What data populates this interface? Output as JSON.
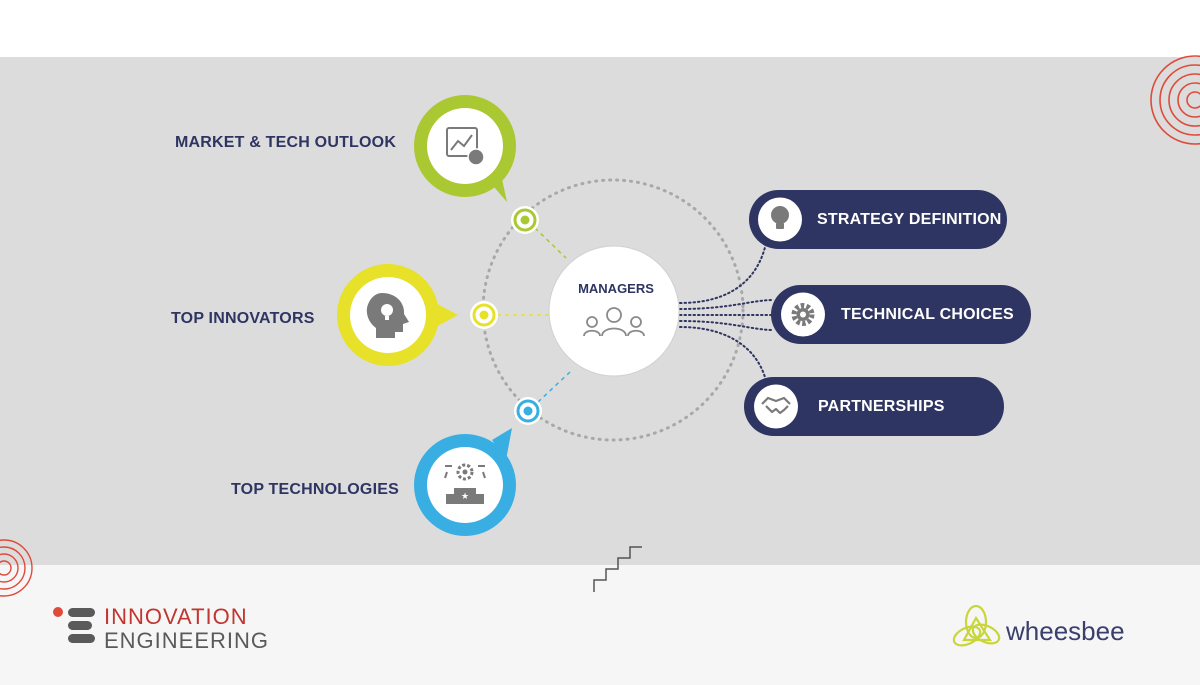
{
  "hub": {
    "label": "MANAGERS",
    "icon": "people-group-icon"
  },
  "inputs": [
    {
      "label": "MARKET & TECH OUTLOOK",
      "color": "#a9c832",
      "icon": "chart-report-icon"
    },
    {
      "label": "TOP INNOVATORS",
      "color": "#e7e12a",
      "icon": "idea-head-icon"
    },
    {
      "label": "TOP TECHNOLOGIES",
      "color": "#39aee3",
      "icon": "tech-podium-icon"
    }
  ],
  "outputs": [
    {
      "label": "STRATEGY DEFINITION",
      "icon": "lightbulb-icon"
    },
    {
      "label": "TECHNICAL CHOICES",
      "icon": "gear-icon"
    },
    {
      "label": "PARTNERSHIPS",
      "icon": "handshake-icon"
    }
  ],
  "brands": {
    "innovation_line1": "INNOVATION",
    "innovation_line2": "ENGINEERING",
    "wheesbee": "wheesbee"
  },
  "colors": {
    "navy": "#2f3562",
    "panel": "#dcdcdc",
    "accent_red": "#e04a3a"
  }
}
